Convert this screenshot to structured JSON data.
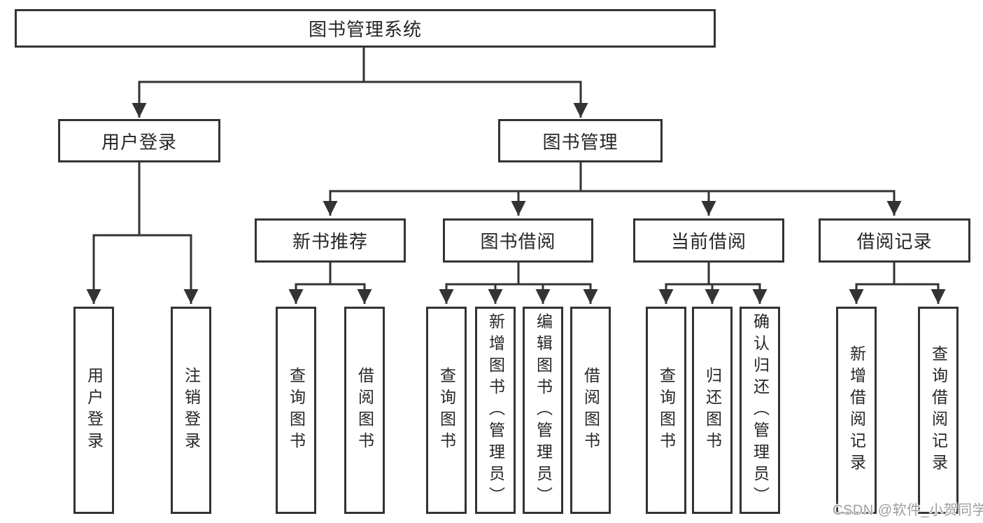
{
  "colors": {
    "line": "#333333",
    "box_border": "#333333",
    "box_background": "#ffffff",
    "text": "#262626",
    "page_background": "#ffffff",
    "watermark_text": "#9e9e9e"
  },
  "diagram": {
    "root": "图书管理系统",
    "level2": [
      "用户登录",
      "图书管理"
    ],
    "level3": [
      "新书推荐",
      "图书借阅",
      "当前借阅",
      "借阅记录"
    ],
    "leaves": {
      "user_login": [
        "用户登录",
        "注销登录"
      ],
      "new_book_recommend": [
        "查询图书",
        "借阅图书"
      ],
      "book_borrow": [
        "查询图书",
        "新增图书（管理员）",
        "编辑图书（管理员）",
        "借阅图书"
      ],
      "current_borrow": [
        "查询图书",
        "归还图书",
        "确认归还（管理员）"
      ],
      "borrow_record": [
        "新增借阅记录",
        "查询借阅记录"
      ]
    }
  },
  "watermark": "CSDN @软件_小贺同学"
}
